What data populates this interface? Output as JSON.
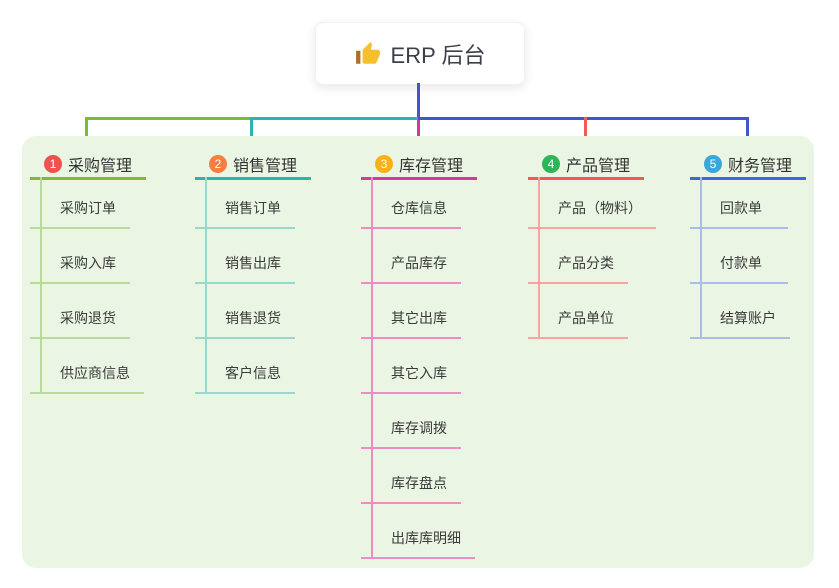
{
  "root": {
    "icon": "thumbs-up",
    "title": "ERP 后台"
  },
  "colors": {
    "panel_background": "#eaf6e3",
    "root_connector": "#4254d0",
    "bus_segments": [
      "#7cb93e",
      "#2ab4ad",
      "#4254d0"
    ],
    "thumb_icon": "#f5c02e"
  },
  "branches": [
    {
      "number": "1",
      "title": "采购管理",
      "badge_color": "#ef5350",
      "line_color": "#7cb93e",
      "child_line_color": "#b7dc95",
      "children": [
        "采购订单",
        "采购入库",
        "采购退货",
        "供应商信息"
      ]
    },
    {
      "number": "2",
      "title": "销售管理",
      "badge_color": "#fb7d3d",
      "line_color": "#2ab4ad",
      "child_line_color": "#98d9cf",
      "children": [
        "销售订单",
        "销售出库",
        "销售退货",
        "客户信息"
      ]
    },
    {
      "number": "3",
      "title": "库存管理",
      "badge_color": "#f9b115",
      "line_color": "#d3399e",
      "child_line_color": "#f08cc5",
      "children": [
        "仓库信息",
        "产品库存",
        "其它出库",
        "其它入库",
        "库存调拨",
        "库存盘点",
        "出库库明细"
      ]
    },
    {
      "number": "4",
      "title": "产品管理",
      "badge_color": "#2fb457",
      "line_color": "#f25a55",
      "child_line_color": "#f8a49f",
      "children": [
        "产品（物料）",
        "产品分类",
        "产品单位"
      ]
    },
    {
      "number": "5",
      "title": "财务管理",
      "badge_color": "#38a7dc",
      "line_color": "#3d68d8",
      "child_line_color": "#aabde9",
      "children": [
        "回款单",
        "付款单",
        "结算账户"
      ]
    }
  ]
}
